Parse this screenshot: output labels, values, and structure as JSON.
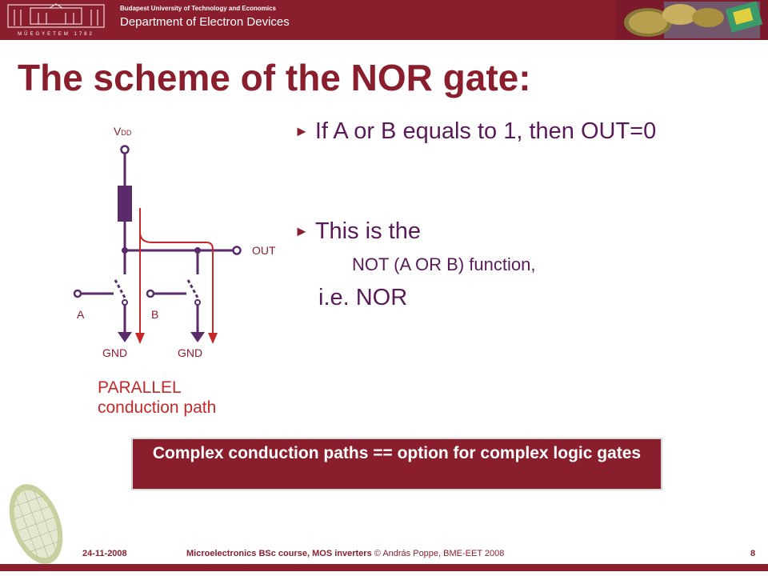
{
  "header": {
    "university": "Budapest University of Technology and Economics",
    "department": "Department of Electron Devices",
    "logo_text": "MŰEGYETEM 1782"
  },
  "slide": {
    "title": "The scheme of the NOR gate:"
  },
  "circuit": {
    "vdd_label": "V",
    "vdd_sub": "DD",
    "out_label": "OUT",
    "input_a": "A",
    "input_b": "B",
    "gnd1": "GND",
    "gnd2": "GND"
  },
  "annotation": {
    "line1": "PARALLEL",
    "line2": "conduction path"
  },
  "bullets": [
    {
      "text": "If A or B equals to 1, then OUT=0"
    },
    {
      "text": "This is the"
    }
  ],
  "bullet2_line2": "NOT (A OR B) function,",
  "bullet2_line3": "i.e. NOR",
  "note": {
    "text": "Complex conduction paths == option for complex logic gates"
  },
  "footer": {
    "date": "24-11-2008",
    "course": "Microelectronics BSc course, MOS inverters",
    "author": "© András Poppe, BME-EET 2008",
    "page": "8"
  },
  "colors": {
    "brand": "#8b1e2d",
    "text": "#5a1a5a",
    "wire": "#5a2a6a",
    "path": "#c62828"
  }
}
